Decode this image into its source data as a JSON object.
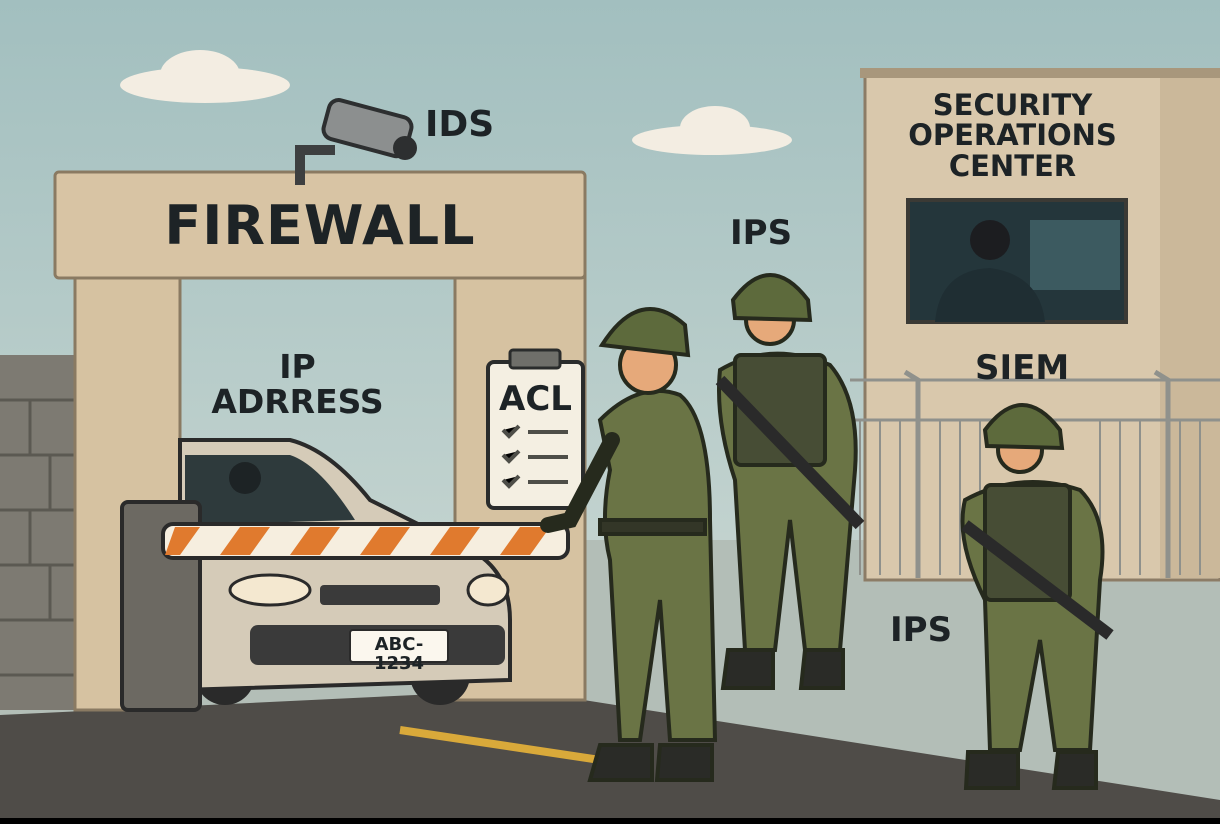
{
  "labels": {
    "ids": "IDS",
    "firewall": "FIREWALL",
    "ip_address_line1": "IP",
    "ip_address_line2": "ADRRESS",
    "acl": "ACL",
    "ips_top": "IPS",
    "ips_bottom": "IPS",
    "soc_line1": "SECURITY",
    "soc_line2": "OPERATIONS",
    "soc_line3": "CENTER",
    "siem": "SIEM",
    "license_plate": "ABC-1234"
  },
  "colors": {
    "sky": "#a9c3c3",
    "ground": "#b4bfb8",
    "road": "#4f4c48",
    "gate": "#d8c4a4",
    "uniform": "#6a7445",
    "barrier_stripe": "#e07a2e"
  }
}
